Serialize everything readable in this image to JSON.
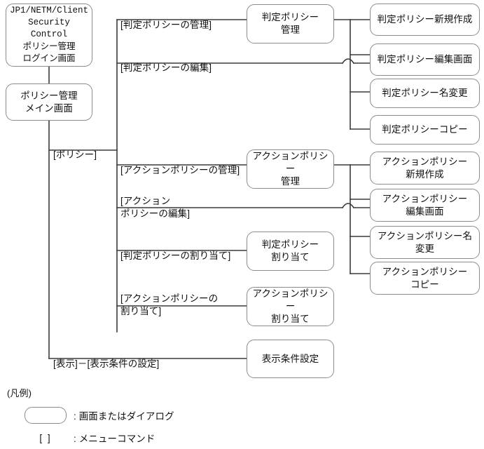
{
  "diagram": {
    "title": "JP1/NETM/Client Security Control policy management screen transitions",
    "line_color": "#3a3a3a",
    "box_border_color": "#8c8c8c",
    "background": "#ffffff",
    "nodes": [
      {
        "id": "login",
        "label": "JP1/NETM/Client\nSecurity Control\nポリシー管理\nログイン画面"
      },
      {
        "id": "main",
        "label": "ポリシー管理\nメイン画面"
      },
      {
        "id": "judge_mgmt",
        "label": "判定ポリシー\n管理"
      },
      {
        "id": "judge_new",
        "label": "判定ポリシー新規作成"
      },
      {
        "id": "judge_edit",
        "label": "判定ポリシー編集画面"
      },
      {
        "id": "judge_rename",
        "label": "判定ポリシー名変更"
      },
      {
        "id": "judge_copy",
        "label": "判定ポリシーコピー"
      },
      {
        "id": "action_mgmt",
        "label": "アクションポリシー\n管理"
      },
      {
        "id": "action_new",
        "label": "アクションポリシー\n新規作成"
      },
      {
        "id": "action_edit",
        "label": "アクションポリシー\n編集画面"
      },
      {
        "id": "action_rename",
        "label": "アクションポリシー名\n変更"
      },
      {
        "id": "action_copy",
        "label": "アクションポリシー\nコピー"
      },
      {
        "id": "judge_assign",
        "label": "判定ポリシー\n割り当て"
      },
      {
        "id": "action_assign",
        "label": "アクションポリシー\n割り当て"
      },
      {
        "id": "view_cond",
        "label": "表示条件設定"
      }
    ],
    "commands": [
      {
        "id": "cmd_judge_mgmt",
        "label": "[判定ポリシーの管理]"
      },
      {
        "id": "cmd_judge_edit",
        "label": "[判定ポリシーの編集]"
      },
      {
        "id": "cmd_policy",
        "label": "[ポリシー]"
      },
      {
        "id": "cmd_action_mgmt",
        "label": "[アクションポリシーの管理]"
      },
      {
        "id": "cmd_action_edit",
        "label": "[アクション\n ポリシーの編集]"
      },
      {
        "id": "cmd_judge_assign",
        "label": "[判定ポリシーの割り当て]"
      },
      {
        "id": "cmd_action_assign",
        "label": "[アクションポリシーの\n 割り当て]"
      },
      {
        "id": "cmd_view",
        "label": "[表示]－[表示条件の設定]"
      }
    ]
  },
  "legend": {
    "heading": "(凡例)",
    "items": [
      {
        "id": "legend-screen",
        "symbol": "rounded-box",
        "text": ": 画面またはダイアログ"
      },
      {
        "id": "legend-menu",
        "symbol": "[    ]",
        "text": ": メニューコマンド"
      }
    ]
  }
}
